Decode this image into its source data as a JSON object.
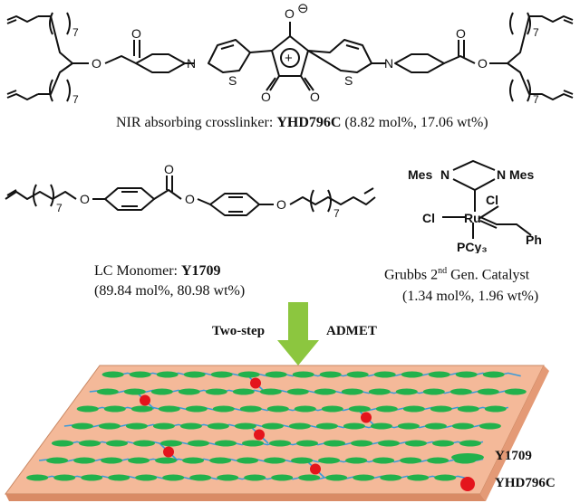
{
  "crosslinker": {
    "label_prefix": "NIR absorbing crosslinker: ",
    "name": "YHD796C",
    "amount": " (8.82 mol%, 17.06 wt%)",
    "atoms": {
      "o_minus": "O",
      "charge_minus": "⊖",
      "charge_plus": "+",
      "o": "O",
      "n": "N",
      "s": "S",
      "chain": "7"
    }
  },
  "monomer": {
    "label_prefix": "LC Monomer: ",
    "name": "Y1709",
    "amount": "(89.84 mol%, 80.98 wt%)",
    "atoms": {
      "o": "O",
      "chain": "7"
    }
  },
  "catalyst": {
    "label_prefix": "Grubbs 2",
    "label_sup": "nd",
    "label_suffix": " Gen. Catalyst",
    "amount": "(1.34 mol%, 1.96 wt%)",
    "atoms": {
      "mes": "Mes",
      "n": "N",
      "cl": "Cl",
      "ru": "Ru",
      "ph": "Ph",
      "pcy3": "PCy₃"
    }
  },
  "reaction": {
    "left": "Two-step",
    "right": "ADMET"
  },
  "legend": [
    {
      "label": "Y1709",
      "color": "#22b14c"
    },
    {
      "label": "YHD796C",
      "color": "#e4141c"
    }
  ],
  "colors": {
    "slab_top": "#f4b999",
    "slab_side": "#e49a76",
    "arrow": "#8cc63f",
    "chain": "#3a9ad9"
  }
}
